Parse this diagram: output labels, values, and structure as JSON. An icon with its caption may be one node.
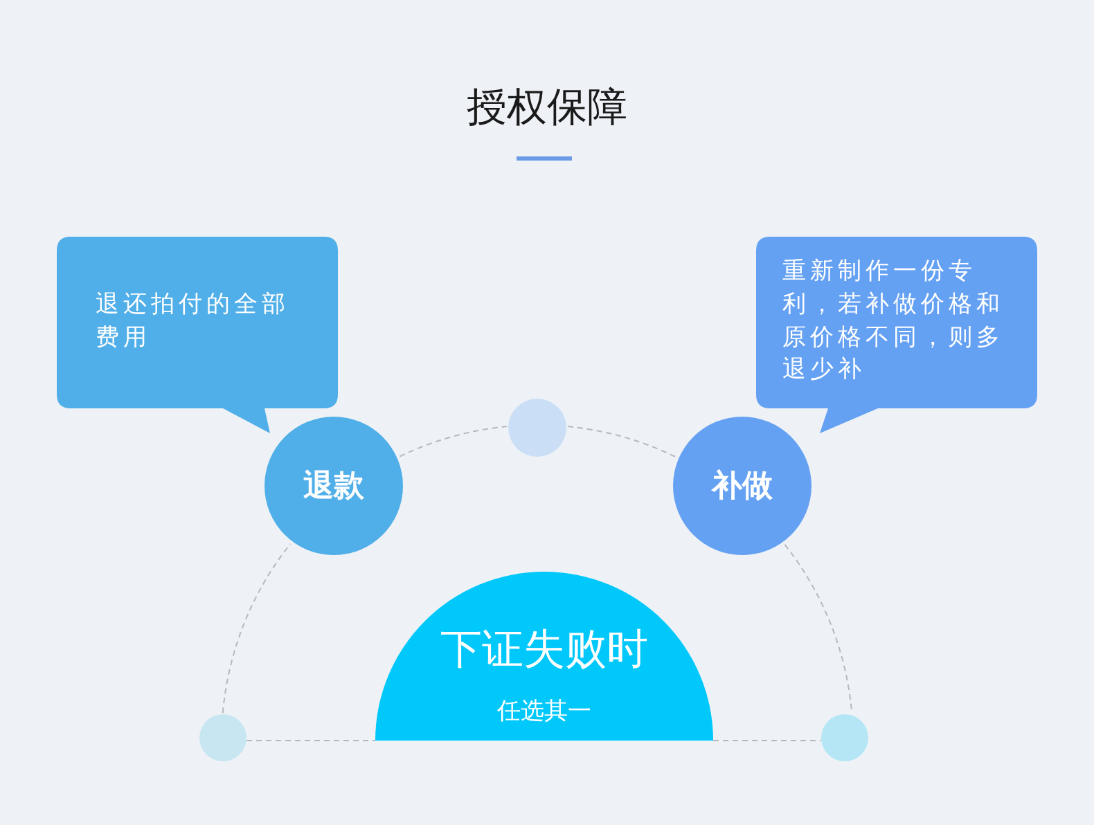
{
  "diagram": {
    "title": "授权保障",
    "nodes": [
      {
        "text": [
          "退还拍付的全部费用"
        ]
      },
      {
        "text": [
          "重新制作一份专利，若补做价格和原价格不同，则多退少补"
        ]
      },
      {
        "text": [
          "退款"
        ]
      },
      {
        "text": [
          "补做"
        ]
      },
      {
        "text": [
          "下证失败时",
          "任选其一"
        ]
      },
      {
        "text": [],
        "shape": "circle"
      },
      {
        "text": [],
        "shape": "circle"
      },
      {
        "text": [],
        "shape": "circle"
      }
    ],
    "edges": [
      {
        "from": 5,
        "to": 2,
        "arrow": "none",
        "style": "dashed"
      },
      {
        "from": 2,
        "to": 6,
        "arrow": "none",
        "style": "dashed"
      },
      {
        "from": 6,
        "to": 3,
        "arrow": "none",
        "style": "dashed"
      },
      {
        "from": 3,
        "to": 7,
        "arrow": "none",
        "style": "dashed"
      },
      {
        "from": 5,
        "to": 4,
        "arrow": "none",
        "style": "dashed"
      },
      {
        "from": 4,
        "to": 7,
        "arrow": "none",
        "style": "dashed"
      }
    ]
  }
}
